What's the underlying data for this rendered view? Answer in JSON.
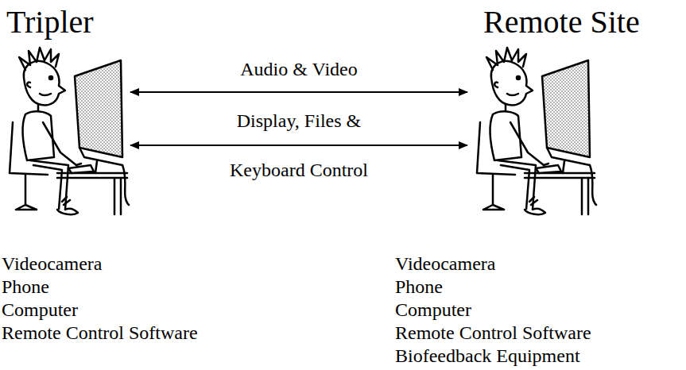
{
  "diagram": {
    "nodes": [
      {
        "text": [
          "Tripler"
        ]
      },
      {
        "text": [
          "Remote Site"
        ]
      }
    ],
    "edges": [
      {
        "from": 0,
        "to": 1,
        "label": "Audio & Video",
        "arrow": "both"
      },
      {
        "from": 0,
        "to": 1,
        "label": "Display, Files & Keyboard Control",
        "arrow": "both"
      }
    ],
    "labels": [
      "Videocamera",
      "Phone",
      "Computer",
      "Remote Control Software",
      "Videocamera",
      "Phone",
      "Computer",
      "Remote Control Software",
      "Biofeedback Equipment"
    ]
  }
}
